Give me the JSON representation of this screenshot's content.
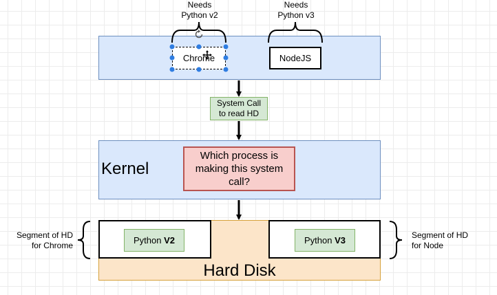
{
  "diagram": {
    "app_notes": {
      "chrome_needs": "Needs\nPython v2",
      "node_needs": "Needs\nPython v3"
    },
    "processes": {
      "chrome": "Chrome",
      "node": "NodeJS"
    },
    "system_call": "System Call\nto read HD",
    "kernel": {
      "label": "Kernel",
      "question": "Which process is\nmaking this system\ncall?"
    },
    "hard_disk": {
      "label": "Hard Disk",
      "segment_chrome_label": "Segment of HD\nfor Chrome",
      "segment_node_label": "Segment of HD\nfor Node",
      "python_v2_prefix": "Python ",
      "python_v2_version": "V2",
      "python_v3_prefix": "Python ",
      "python_v3_version": "V3"
    }
  },
  "colors": {
    "process_fill": "#dae8fc",
    "process_stroke": "#6c8ebf",
    "syscall_fill": "#d5e8d4",
    "question_fill": "#f8cecc",
    "disk_fill": "#fce5c9",
    "selection_handle": "#2f7de1"
  }
}
